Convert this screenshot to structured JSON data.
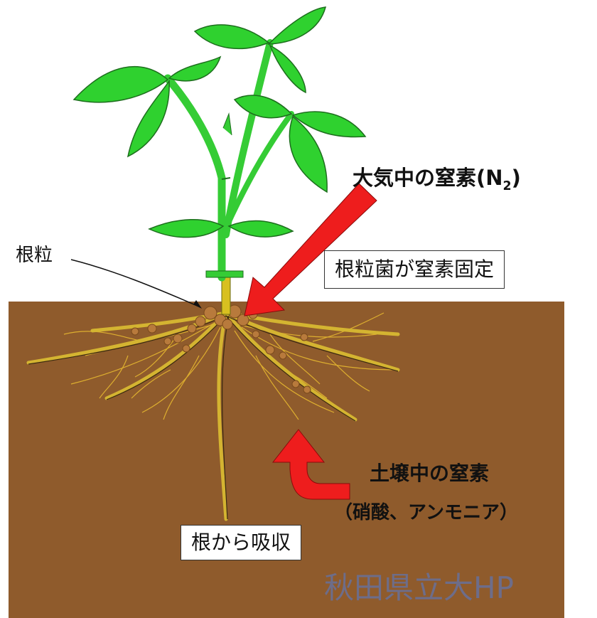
{
  "labels": {
    "nodule": "根粒",
    "atmospheric_nitrogen": "大気中の窒素(N",
    "atmospheric_nitrogen_sub": "2",
    "atmospheric_nitrogen_close": ")",
    "fixation": "根粒菌が窒素固定",
    "soil_nitrogen": "土壌中の窒素",
    "soil_nitrogen_detail": "（硝酸、アンモニア）",
    "root_absorption": "根から吸収",
    "credit": "秋田県立大HP"
  },
  "colors": {
    "soil": "#8f5b2c",
    "leaf": "#2fd12f",
    "leaf_outline": "#1d6e1d",
    "stem": "#35cc35",
    "root": "#e6c437",
    "nodule": "#b87a3c",
    "arrow": "#ee1d1d",
    "credit_text": "#6d6d8a"
  }
}
